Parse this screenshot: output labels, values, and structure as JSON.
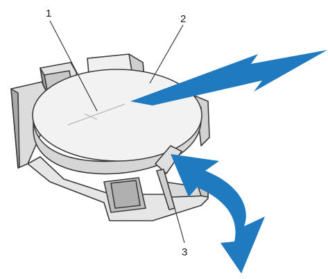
{
  "diagram": {
    "callouts": [
      {
        "number": "1"
      },
      {
        "number": "2"
      },
      {
        "number": "3"
      }
    ],
    "colors": {
      "arrow": "#1f7ac0",
      "outline": "#3a3a3a",
      "battery_top": "#f2f2f2",
      "holder_shade": "#bdbdbd",
      "holder_dark": "#8c8c8c"
    }
  }
}
